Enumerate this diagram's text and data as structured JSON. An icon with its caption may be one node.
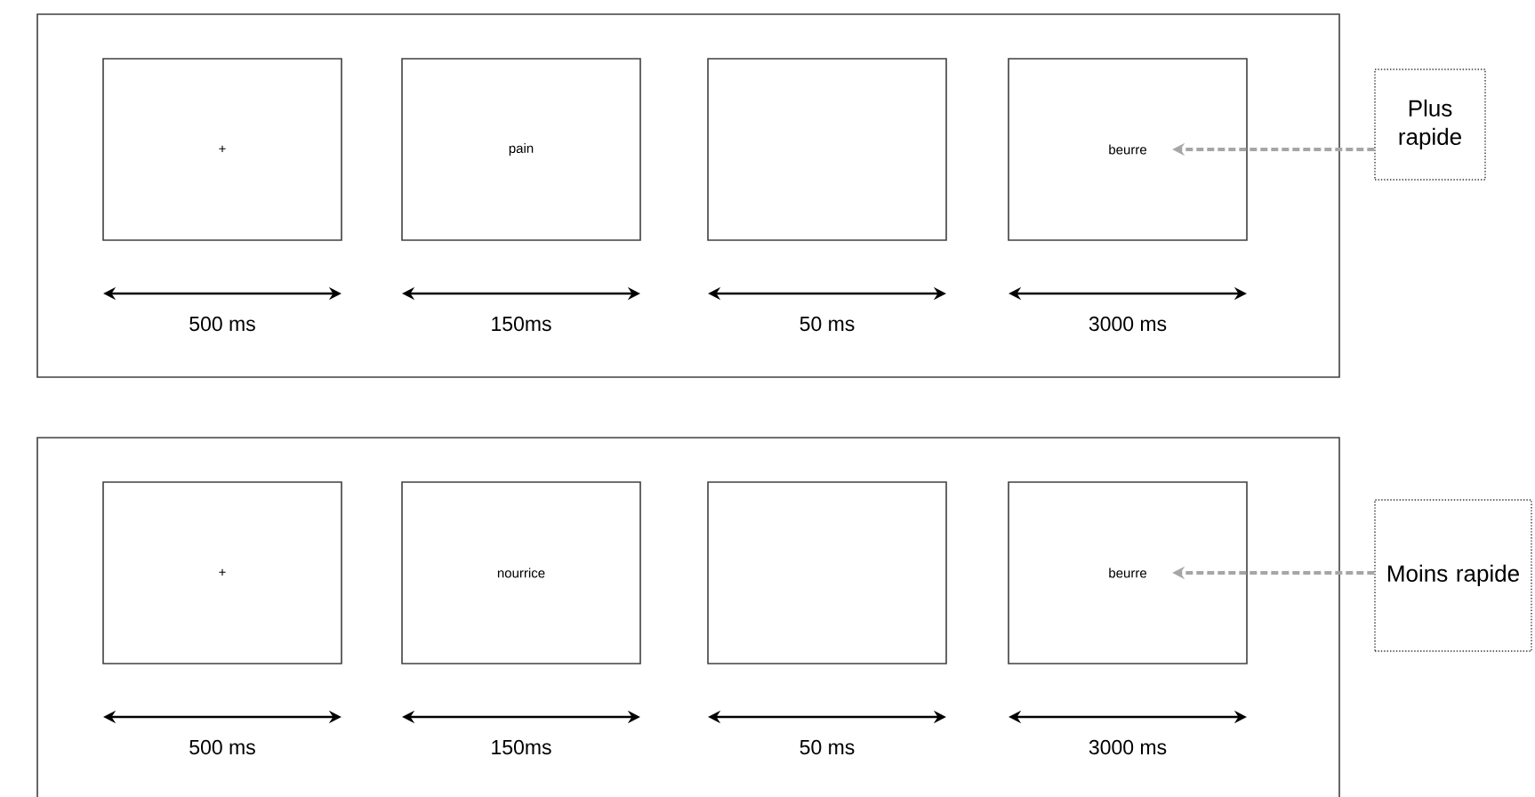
{
  "diagram": {
    "nodes": [
      {
        "text": [],
        "shape": "box"
      },
      {
        "text": [
          "+"
        ],
        "in": 0,
        "beside": [
          "500 ms"
        ]
      },
      {
        "text": [
          "pain"
        ],
        "in": 0,
        "beside": [
          "150ms"
        ]
      },
      {
        "text": [],
        "shape": "box",
        "in": 0,
        "beside": [
          "50 ms"
        ]
      },
      {
        "text": [
          "beurre"
        ],
        "in": 0,
        "beside": [
          "3000 ms"
        ]
      },
      {
        "text": [
          "Plus rapide"
        ]
      },
      {
        "text": [],
        "shape": "box"
      },
      {
        "text": [
          "+"
        ],
        "in": 6,
        "beside": [
          "500 ms"
        ]
      },
      {
        "text": [
          "nourrice"
        ],
        "in": 6,
        "beside": [
          "150ms"
        ]
      },
      {
        "text": [],
        "shape": "box",
        "in": 6,
        "beside": [
          "50 ms"
        ]
      },
      {
        "text": [
          "beurre"
        ],
        "in": 6,
        "beside": [
          "3000 ms"
        ]
      },
      {
        "text": [
          "Moins rapide"
        ]
      }
    ],
    "edges": [
      {
        "from": 5,
        "to": 4,
        "arrow": "to",
        "style": "dashed",
        "color": "#a6a6a6"
      },
      {
        "from": 11,
        "to": 10,
        "arrow": "to",
        "style": "dashed",
        "color": "#a6a6a6"
      }
    ]
  }
}
